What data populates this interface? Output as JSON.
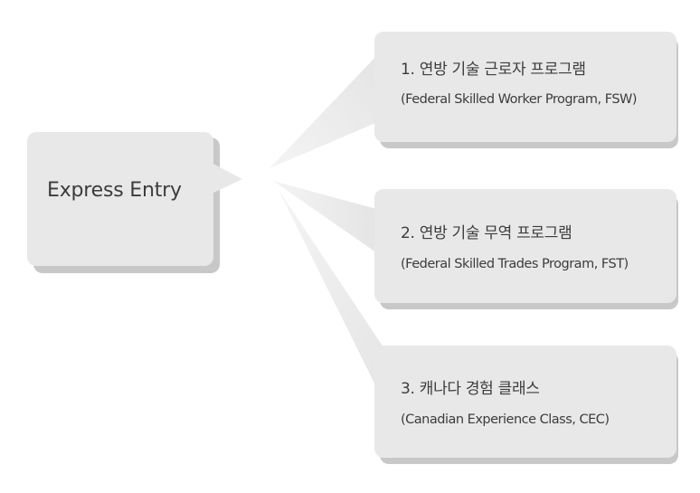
{
  "root": {
    "label": "Express Entry"
  },
  "programs": [
    {
      "title": "1. 연방 기술 근로자 프로그램",
      "subtitle": "(Federal Skilled Worker Program, FSW)"
    },
    {
      "title": "2. 연방 기술 무역 프로그램",
      "subtitle": "(Federal Skilled Trades Program, FST)"
    },
    {
      "title": "3. 캐나다 경험 클래스",
      "subtitle": "(Canadian Experience Class, CEC)"
    }
  ],
  "colors": {
    "box_fill": "#e8e8e8",
    "box_shadow": "#c8c8c8",
    "pointer_fill": "#e6e6e6",
    "text": "#3c3c3c"
  }
}
